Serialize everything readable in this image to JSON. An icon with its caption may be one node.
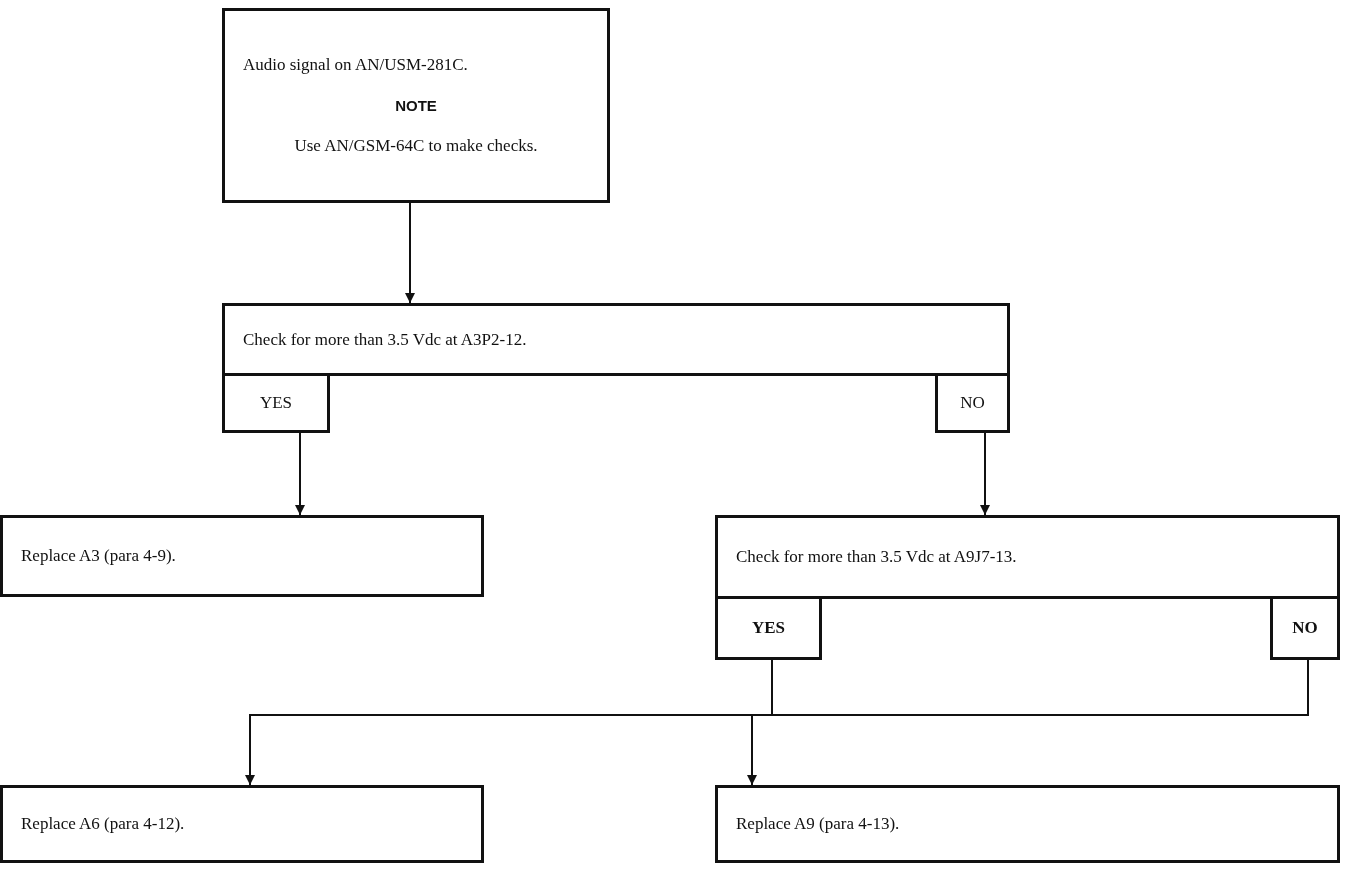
{
  "diagram": {
    "nodes": [
      {
        "text": [
          "Audio signal on AN/USM-281C.",
          "NOTE",
          "Use AN/GSM-64C to make checks."
        ]
      },
      {
        "text": [
          "Check for more than 3.5 Vdc at A3P2-12."
        ]
      },
      {
        "text": [
          "YES"
        ]
      },
      {
        "text": [
          "NO"
        ]
      },
      {
        "text": [
          "Replace A3 (para 4-9)."
        ]
      },
      {
        "text": [
          "Check for more than 3.5 Vdc at A9J7-13."
        ]
      },
      {
        "text": [
          "YES"
        ]
      },
      {
        "text": [
          "NO"
        ]
      },
      {
        "text": [
          "Replace A6 (para 4-12)."
        ]
      },
      {
        "text": [
          "Replace A9 (para 4-13)."
        ]
      }
    ],
    "edges": [
      {
        "from": 0,
        "to": 1,
        "arrow": "to"
      },
      {
        "from": 2,
        "to": 4,
        "arrow": "to"
      },
      {
        "from": 3,
        "to": 5,
        "arrow": "to"
      },
      {
        "from": 6,
        "to": 8,
        "arrow": "to"
      },
      {
        "from": 7,
        "to": 9,
        "arrow": "to"
      }
    ]
  }
}
